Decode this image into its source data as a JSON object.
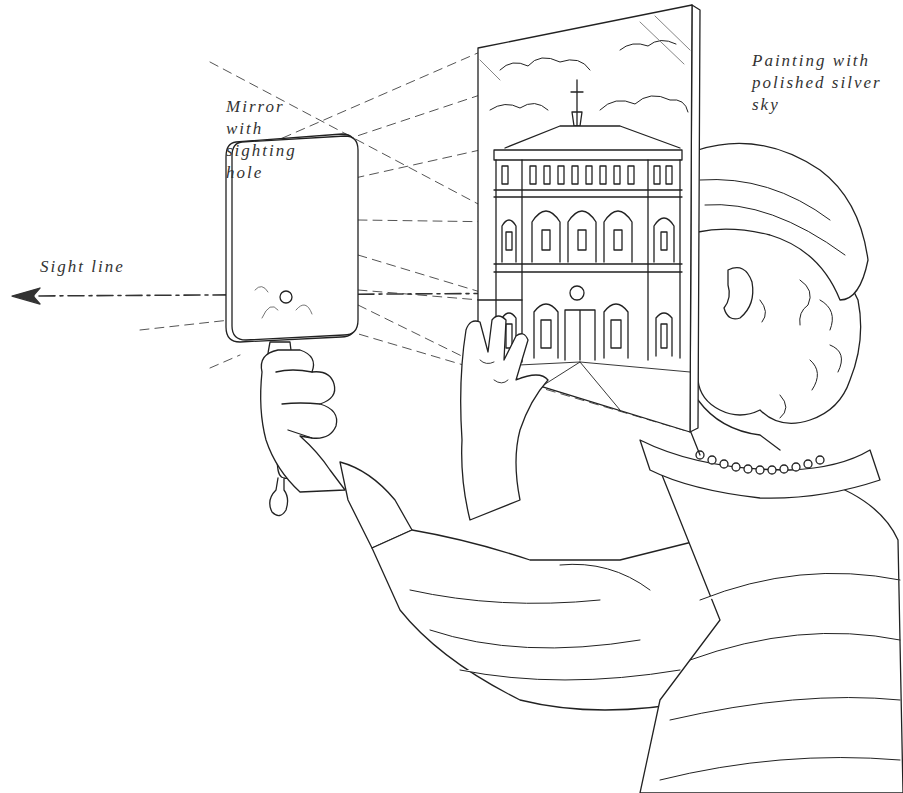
{
  "diagram": {
    "labels": [
      "Mirror with sighting hole",
      "Sight line",
      "Painting with polished silver sky"
    ]
  }
}
